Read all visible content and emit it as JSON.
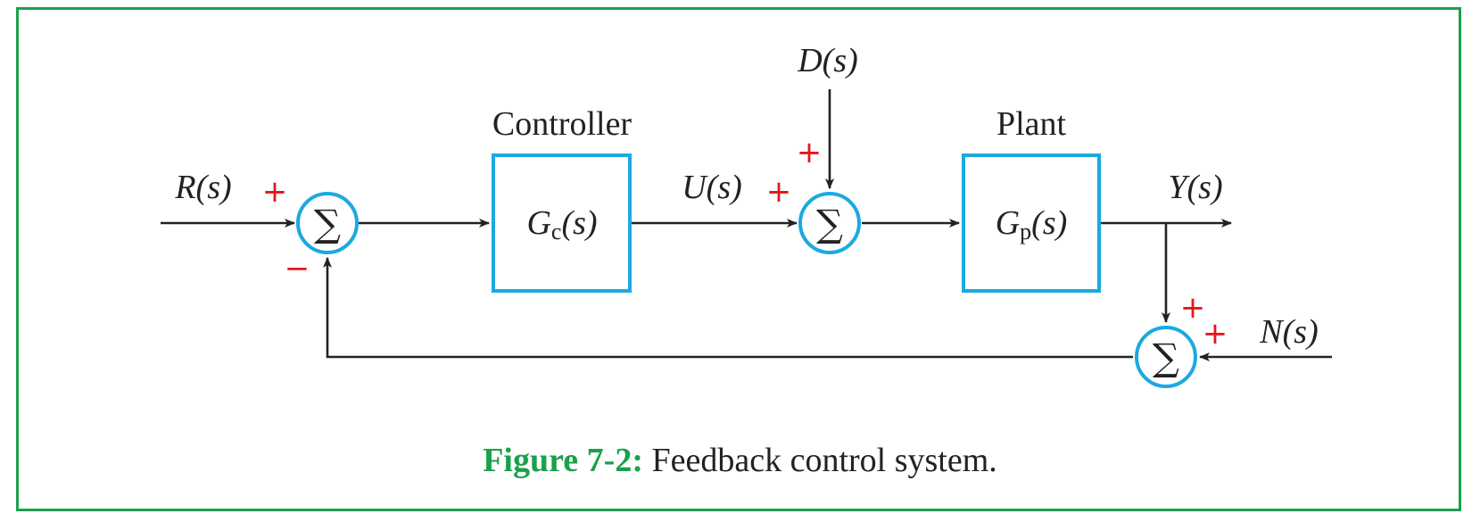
{
  "figure": {
    "number": "Figure 7-2:",
    "caption": "Feedback control system."
  },
  "blocks": {
    "controller": {
      "title": "Controller",
      "main": "G",
      "sub": "c",
      "arg": "(s)"
    },
    "plant": {
      "title": "Plant",
      "main": "G",
      "sub": "p",
      "arg": "(s)"
    }
  },
  "signals": {
    "reference": {
      "main": "R",
      "arg": "(s)"
    },
    "control": {
      "main": "U",
      "arg": "(s)"
    },
    "disturbance": {
      "main": "D",
      "arg": "(s)"
    },
    "output": {
      "main": "Y",
      "arg": "(s)"
    },
    "noise": {
      "main": "N",
      "arg": "(s)"
    }
  },
  "summing_junctions": {
    "symbol": "∑",
    "error": {
      "sign_reference": "+",
      "sign_feedback": "−"
    },
    "disturbance": {
      "sign_control": "+",
      "sign_disturbance": "+"
    },
    "sensor": {
      "sign_output": "+",
      "sign_noise": "+"
    }
  },
  "colors": {
    "frame": "#1aa14b",
    "caption_number": "#1aa14b",
    "block_border": "#1ba9e1",
    "sign": "#e8141d",
    "line": "#222222"
  }
}
